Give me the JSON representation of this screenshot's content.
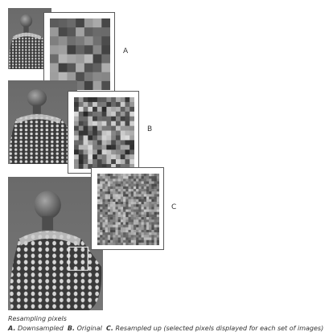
{
  "figure": {
    "labels": [
      "A",
      "B",
      "C"
    ],
    "caption_title": "Resampling pixels",
    "legend": [
      {
        "letter": "A.",
        "text": "Downsampled"
      },
      {
        "letter": "B.",
        "text": "Original"
      },
      {
        "letter": "C.",
        "text": "Resampled up (selected pixels displayed for each set of images)"
      }
    ]
  },
  "colors": {
    "photo_background": "#6e6e6e",
    "frame_border": "#5a5a5a",
    "selection_box": "#e8e8e8",
    "caption_text": "#333333"
  }
}
